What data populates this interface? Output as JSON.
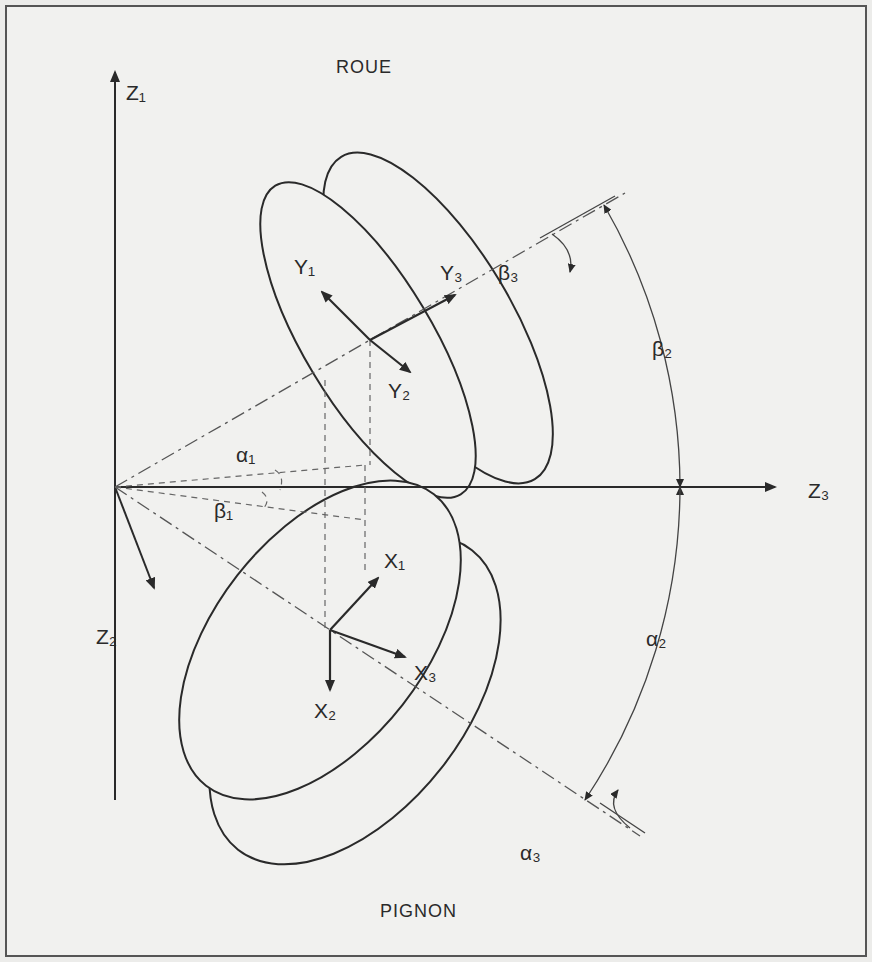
{
  "diagram": {
    "labels": [
      "ROUE",
      "Z₁",
      "Y₁",
      "Y₃",
      "Y₂",
      "β₃",
      "β₂",
      "α₁",
      "β₁",
      "Z₃",
      "Z₂",
      "X₁",
      "X₂",
      "X₃",
      "α₂",
      "α₃",
      "PIGNON"
    ]
  }
}
